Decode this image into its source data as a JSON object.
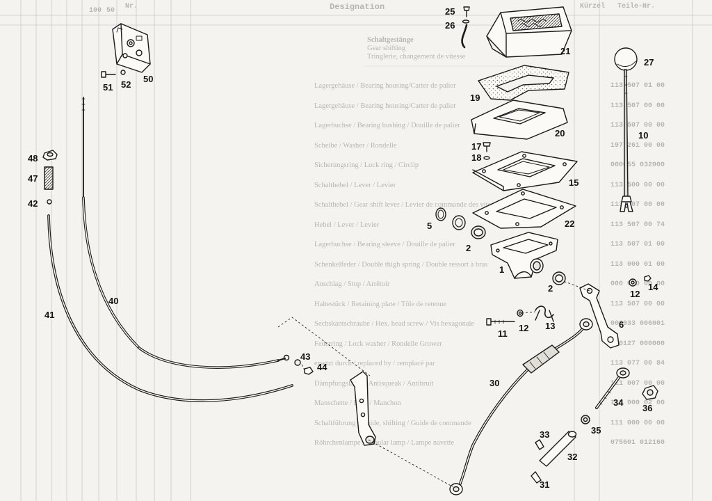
{
  "header": {
    "designation": "Designation",
    "col_a": "100",
    "col_b": "50",
    "col_c": "Nr.",
    "col_d": "",
    "col_e": "Kürzel",
    "col_f": "Teile-Nr."
  },
  "section_titles": {
    "de": "Schaltgestänge",
    "en": "Gear shifting",
    "fr": "Tringlerie, changement de vitesse"
  },
  "ghost_rows": [
    {
      "desc": "Lagergehäuse / Bearing housing/Carter de palier",
      "num": "113 507 01 00"
    },
    {
      "desc": "Lagergehäuse / Bearing housing/Carter de palier",
      "num": "113 507 00 00"
    },
    {
      "desc": "Lagerbuchse / Bearing bushing / Douille de palier",
      "num": "113 507 00 00"
    },
    {
      "desc": "Scheibe / Washer / Rondelle",
      "num": "197 261 00 00"
    },
    {
      "desc": "Sicherungsring / Lock ring / Circlip",
      "num": "000055 032000"
    },
    {
      "desc": "Schalthebel / Lever / Levier",
      "num": "113 500 00 00"
    },
    {
      "desc": "Schalthebel / Gear shift lever / Levier de commande des vitesse",
      "num": "113 507 00 00"
    },
    {
      "desc": "Hebel / Lever / Levier",
      "num": "113 507 00 74"
    },
    {
      "desc": "Lagerbuchse / Bearing sleeve / Douille de palier",
      "num": "113 507 01 00"
    },
    {
      "desc": "Schenkelfeder / Double thigh spring / Double ressort à bras",
      "num": "113 000 01 00"
    },
    {
      "desc": "Anschlag / Stop / Arrêtoir",
      "num": "000 000 00 00"
    },
    {
      "desc": "Haltestück / Retaining plate / Tôle de retenue",
      "num": "113 507 00 00"
    },
    {
      "desc": "Sechskantschraube / Hex. head screw / Vis hexagonale",
      "num": "000933 006001"
    },
    {
      "desc": "Federring / Lock washer / Rondelle Grower",
      "num": "000127 000000"
    },
    {
      "desc": "ersetzt durch / replaced by / remplacé par",
      "num": "113 077 00 84"
    },
    {
      "desc": "Dämpfungslager / Antisqueak / Antibruit",
      "num": "111 007 00 00"
    },
    {
      "desc": "Manschette / Boot / Manchon",
      "num": "113 000 02 00"
    },
    {
      "desc": "Schaltführung / Guide, shifting / Guide de commande",
      "num": "111 000 00 00"
    },
    {
      "desc": "Röhrchenlampe / Tubular lamp / Lampe navette",
      "num": "075601 012160"
    }
  ],
  "callouts": [
    {
      "id": "25",
      "text": "25"
    },
    {
      "id": "26",
      "text": "26"
    },
    {
      "id": "21",
      "text": "21"
    },
    {
      "id": "27",
      "text": "27"
    },
    {
      "id": "50",
      "text": "50"
    },
    {
      "id": "51",
      "text": "51"
    },
    {
      "id": "52",
      "text": "52"
    },
    {
      "id": "19",
      "text": "19"
    },
    {
      "id": "10",
      "text": "10"
    },
    {
      "id": "20",
      "text": "20"
    },
    {
      "id": "48",
      "text": "48"
    },
    {
      "id": "17",
      "text": "17"
    },
    {
      "id": "18",
      "text": "18"
    },
    {
      "id": "47",
      "text": "47"
    },
    {
      "id": "15",
      "text": "15"
    },
    {
      "id": "42",
      "text": "42"
    },
    {
      "id": "22",
      "text": "22"
    },
    {
      "id": "5",
      "text": "5"
    },
    {
      "id": "2a",
      "text": "2"
    },
    {
      "id": "1",
      "text": "1"
    },
    {
      "id": "2b",
      "text": "2"
    },
    {
      "id": "14",
      "text": "14"
    },
    {
      "id": "12a",
      "text": "12"
    },
    {
      "id": "40",
      "text": "40"
    },
    {
      "id": "41",
      "text": "41"
    },
    {
      "id": "12b",
      "text": "12"
    },
    {
      "id": "13",
      "text": "13"
    },
    {
      "id": "6",
      "text": "6"
    },
    {
      "id": "11",
      "text": "11"
    },
    {
      "id": "43",
      "text": "43"
    },
    {
      "id": "44",
      "text": "44"
    },
    {
      "id": "30",
      "text": "30"
    },
    {
      "id": "34",
      "text": "34"
    },
    {
      "id": "36",
      "text": "36"
    },
    {
      "id": "35",
      "text": "35"
    },
    {
      "id": "33",
      "text": "33"
    },
    {
      "id": "32",
      "text": "32"
    },
    {
      "id": "31",
      "text": "31"
    }
  ]
}
